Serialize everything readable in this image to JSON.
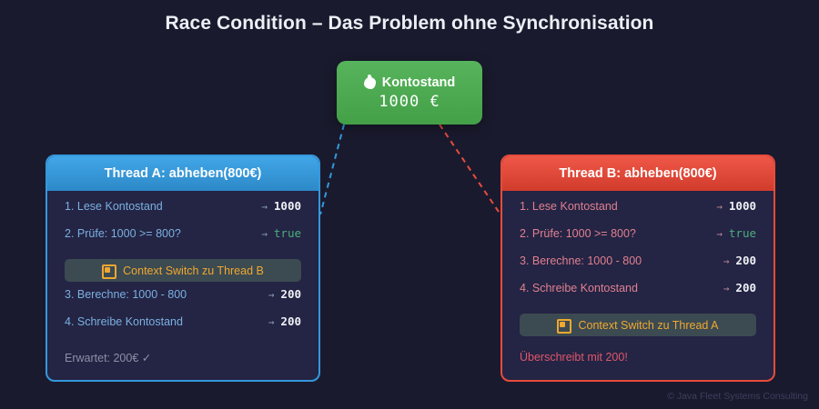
{
  "page": {
    "title": "Race Condition – Das Problem ohne Synchronisation",
    "background_color": "#1a1a2e",
    "footer_credit": "© Java Fleet Systems Consulting"
  },
  "account": {
    "icon": "money-bag-icon",
    "label": "Kontostand",
    "value": "1000 €",
    "color": "#4caf50"
  },
  "connectors": [
    {
      "name": "account-to-thread-a",
      "color": "#3498db",
      "style": "dashed"
    },
    {
      "name": "account-to-thread-b",
      "color": "#e74c3c",
      "style": "dashed"
    }
  ],
  "threads": [
    {
      "id": "thread-a",
      "header": "Thread A: abheben(800€)",
      "accent": "#3498db",
      "steps": [
        {
          "label": "1. Lese Kontostand",
          "arrow": "→",
          "value": "1000",
          "value_kind": "white"
        },
        {
          "label": "2. Prüfe: 1000 >= 800?",
          "arrow": "→",
          "value": "true",
          "value_kind": "green"
        }
      ],
      "context_switch": {
        "icon": "context-switch-icon",
        "label": "Context Switch zu Thread B"
      },
      "steps_after": [
        {
          "label": "3. Berechne: 1000 - 800",
          "arrow": "→",
          "value": "200",
          "value_kind": "white"
        },
        {
          "label": "4. Schreibe Kontostand",
          "arrow": "→",
          "value": "200",
          "value_kind": "white"
        }
      ],
      "note": "Erwartet: 200€ ✓",
      "note_kind": "muted"
    },
    {
      "id": "thread-b",
      "header": "Thread B: abheben(800€)",
      "accent": "#e74c3c",
      "steps": [
        {
          "label": "1. Lese Kontostand",
          "arrow": "→",
          "value": "1000",
          "value_kind": "white"
        },
        {
          "label": "2. Prüfe: 1000 >= 800?",
          "arrow": "→",
          "value": "true",
          "value_kind": "green"
        },
        {
          "label": "3. Berechne: 1000 - 800",
          "arrow": "→",
          "value": "200",
          "value_kind": "white"
        },
        {
          "label": "4. Schreibe Kontostand",
          "arrow": "→",
          "value": "200",
          "value_kind": "white"
        }
      ],
      "context_switch": {
        "icon": "context-switch-icon",
        "label": "Context Switch zu Thread A"
      },
      "steps_after": [],
      "note": "Überschreibt mit 200!",
      "note_kind": "danger"
    }
  ]
}
